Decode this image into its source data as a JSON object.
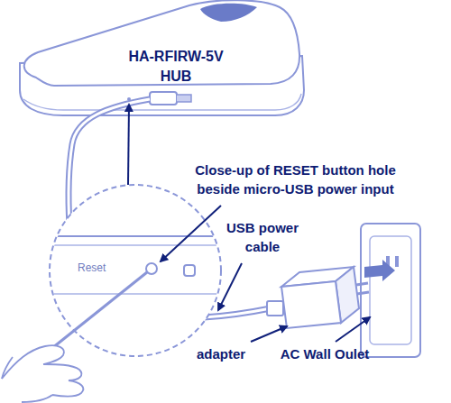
{
  "diagram": {
    "labels": [
      "HA-RFIRW-5V HUB",
      "Close-up of RESET button hole beside micro-USB power input",
      "Reset",
      "USB power cable",
      "adapter",
      "AC Wall Oulet"
    ]
  }
}
